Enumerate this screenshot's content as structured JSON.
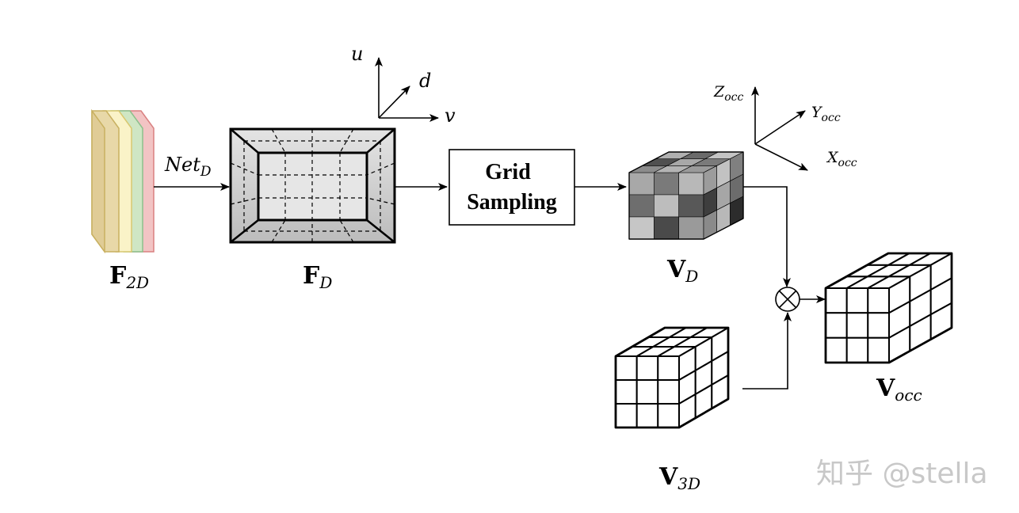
{
  "labels": {
    "f2d_main": "F",
    "f2d_sub": "2D",
    "net_main": "Net",
    "net_sub": "D",
    "fd_main": "F",
    "fd_sub": "D",
    "axis_u": "u",
    "axis_d": "d",
    "axis_v": "v",
    "grid_line1": "Grid",
    "grid_line2": "Sampling",
    "z_main": "Z",
    "z_sub": "occ",
    "y_main": "Y",
    "y_sub": "occ",
    "x_main": "X",
    "x_sub": "occ",
    "vd_main": "V",
    "vd_sub": "D",
    "v3d_main": "V",
    "v3d_sub": "3D",
    "vocc_main": "V",
    "vocc_sub": "occ",
    "multiply_symbol": "⊗"
  },
  "watermark": "知乎 @stella",
  "colors": {
    "layer_tan": "#e8d8a8",
    "layer_yellow": "#faf3c8",
    "layer_green": "#cfe6c4",
    "layer_red": "#f2c4c4",
    "frustum_fill": "#d0d0d0",
    "line": "#000000"
  }
}
